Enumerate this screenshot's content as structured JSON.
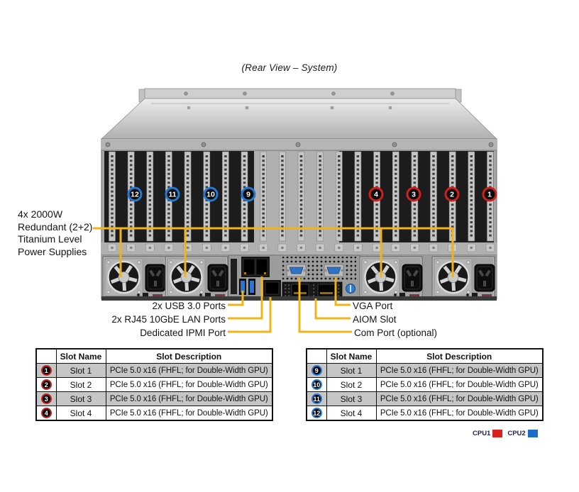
{
  "title": "(Rear View – System)",
  "chassis": {
    "psu_callout": "4x 2000W\nRedundant (2+2)\nTitanium Level\nPower Supplies",
    "ports": {
      "usb": "2x USB 3.0 Ports",
      "lan": "2x RJ45 10GbE LAN Ports",
      "ipmi": "Dedicated IPMI Port",
      "vga": "VGA Port",
      "aiom": "AIOM Slot",
      "com": "Com Port (optional)"
    },
    "badges": [
      {
        "num": "12",
        "cpu": "CPU2"
      },
      {
        "num": "11",
        "cpu": "CPU2"
      },
      {
        "num": "10",
        "cpu": "CPU2"
      },
      {
        "num": "9",
        "cpu": "CPU2"
      },
      {
        "num": "4",
        "cpu": "CPU1"
      },
      {
        "num": "3",
        "cpu": "CPU1"
      },
      {
        "num": "2",
        "cpu": "CPU1"
      },
      {
        "num": "1",
        "cpu": "CPU1"
      }
    ]
  },
  "slot_tables": [
    {
      "cpu": "CPU1",
      "headers": {
        "name": "Slot Name",
        "desc": "Slot Description"
      },
      "rows": [
        {
          "badge": "1",
          "name": "Slot 1",
          "desc": "PCIe 5.0 x16 (FHFL; for Double-Width GPU)"
        },
        {
          "badge": "2",
          "name": "Slot 2",
          "desc": "PCIe 5.0 x16 (FHFL; for Double-Width GPU)"
        },
        {
          "badge": "3",
          "name": "Slot 3",
          "desc": "PCIe 5.0 x16 (FHFL; for Double-Width GPU)"
        },
        {
          "badge": "4",
          "name": "Slot 4",
          "desc": "PCIe 5.0 x16 (FHFL; for Double-Width GPU)"
        }
      ]
    },
    {
      "cpu": "CPU2",
      "headers": {
        "name": "Slot Name",
        "desc": "Slot Description"
      },
      "rows": [
        {
          "badge": "9",
          "name": "Slot 1",
          "desc": "PCIe 5.0 x16 (FHFL; for Double-Width GPU)"
        },
        {
          "badge": "10",
          "name": "Slot 2",
          "desc": "PCIe 5.0 x16 (FHFL; for Double-Width GPU)"
        },
        {
          "badge": "11",
          "name": "Slot 3",
          "desc": "PCIe 5.0 x16 (FHFL; for Double-Width GPU)"
        },
        {
          "badge": "12",
          "name": "Slot 4",
          "desc": "PCIe 5.0 x16 (FHFL; for Double-Width GPU)"
        }
      ]
    }
  ],
  "legend": {
    "items": [
      {
        "label": "CPU1",
        "color": "#D92020"
      },
      {
        "label": "CPU2",
        "color": "#1E6CC8"
      }
    ]
  },
  "colors": {
    "callout_line": "#F0B41A",
    "cpu1_red": "#D92020",
    "cpu2_blue": "#1E6CC8",
    "table_alt_row": "#C6C6C6"
  }
}
